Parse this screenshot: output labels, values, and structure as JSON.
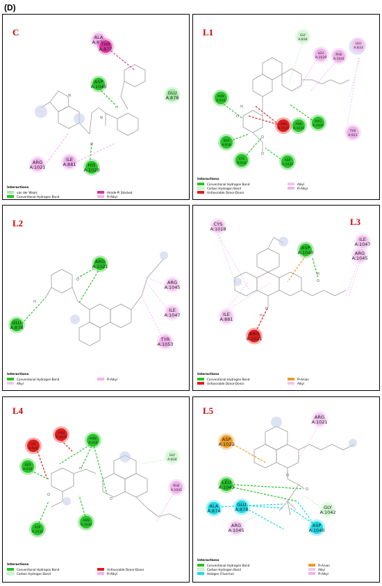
{
  "figure_label": "(D)",
  "colors": {
    "conventional_h_bond": "#25c425",
    "carbon_h_bond": "#d3f6d3",
    "van_der_waals": "#a6eba6",
    "pi_alkyl": "#f0b3ec",
    "alkyl": "#f2c4ef",
    "amide_pi_stacked": "#d8339e",
    "unfavorable": "#e21b1b",
    "pi_anion": "#ec9b23",
    "halogen": "#1fd9e6"
  },
  "legend_title": "Interactions",
  "panels": {
    "c": {
      "label": "C",
      "residues": [
        {
          "name": "ALA",
          "num": "A:874",
          "type": "pi_alkyl"
        },
        {
          "name": "THR",
          "num": "A:877",
          "type": "amide_pi_stacked"
        },
        {
          "name": "ASP",
          "num": "A:1040",
          "type": "conventional_h_bond"
        },
        {
          "name": "GLU",
          "num": "A:878",
          "type": "van_der_waals"
        },
        {
          "name": "ARG",
          "num": "A:1021",
          "type": "pi_alkyl"
        },
        {
          "name": "ILE",
          "num": "A:881",
          "type": "pi_alkyl"
        },
        {
          "name": "HIS",
          "num": "A:1020",
          "type": "conventional_h_bond"
        }
      ],
      "legend": [
        "van der Waals",
        "Conventional Hydrogen Bond",
        "Amide-Pi Stacked",
        "Pi-Alkyl"
      ]
    },
    "l1": {
      "label": "L1",
      "residues": [
        {
          "name": "GLY",
          "num": "A:834",
          "type": "carbon_h_bond"
        },
        {
          "name": "LEU",
          "num": "A:1029",
          "type": "pi_alkyl"
        },
        {
          "name": "PHE",
          "num": "A:1041",
          "type": "pi_alkyl"
        },
        {
          "name": "LEU",
          "num": "A:833",
          "type": "alkyl"
        },
        {
          "name": "ASN",
          "num": "A:916",
          "type": "conventional_h_bond"
        },
        {
          "name": "ASN",
          "num": "A:1035",
          "type": "unfavorable"
        },
        {
          "name": "ARG",
          "num": "A:1045",
          "type": "conventional_h_bond"
        },
        {
          "name": "ASN",
          "num": "A:1030",
          "type": "conventional_h_bond"
        },
        {
          "name": "TYR",
          "num": "A:911",
          "type": "pi_alkyl"
        },
        {
          "name": "SER",
          "num": "A:918",
          "type": "conventional_h_bond"
        },
        {
          "name": "LYS",
          "num": "A:920",
          "type": "conventional_h_bond"
        },
        {
          "name": "ASP",
          "num": "A:1032",
          "type": "conventional_h_bond"
        }
      ],
      "legend": [
        "Conventional Hydrogen Bond",
        "Carbon Hydrogen Bond",
        "Unfavorable Donor-Donor",
        "Alkyl",
        "Pi-Alkyl"
      ]
    },
    "l2": {
      "label": "L2",
      "residues": [
        {
          "name": "ARG",
          "num": "A:1021",
          "type": "conventional_h_bond"
        },
        {
          "name": "ARG",
          "num": "A:1045",
          "type": "alkyl"
        },
        {
          "name": "ILE",
          "num": "A:1047",
          "type": "alkyl"
        },
        {
          "name": "TYR",
          "num": "A:1053",
          "type": "pi_alkyl"
        },
        {
          "name": "GLU",
          "num": "A:878",
          "type": "conventional_h_bond"
        }
      ],
      "legend": [
        "Conventional Hydrogen Bond",
        "Alkyl",
        "Pi-Alkyl"
      ]
    },
    "l3": {
      "label": "L3",
      "residues": [
        {
          "name": "CYS",
          "num": "A:1018",
          "type": "alkyl"
        },
        {
          "name": "ASP",
          "num": "A:1040",
          "type": "conventional_h_bond"
        },
        {
          "name": "ILE",
          "num": "A:1047",
          "type": "alkyl"
        },
        {
          "name": "ARG",
          "num": "A:1045",
          "type": "alkyl"
        },
        {
          "name": "ILE",
          "num": "A:881",
          "type": "alkyl"
        },
        {
          "name": "ARG",
          "num": "A:1021",
          "type": "unfavorable"
        }
      ],
      "legend": [
        "Conventional Hydrogen Bond",
        "Unfavorable Donor-Donor",
        "Pi-Anion",
        "Alkyl"
      ]
    },
    "l4": {
      "label": "L4",
      "residues": [
        {
          "name": "ASN",
          "num": "A:1035",
          "type": "unfavorable"
        },
        {
          "name": "LYS",
          "num": "A:920",
          "type": "unfavorable"
        },
        {
          "name": "ASN",
          "num": "A:916",
          "type": "conventional_h_bond"
        },
        {
          "name": "SER",
          "num": "A:918",
          "type": "conventional_h_bond"
        },
        {
          "name": "GLY",
          "num": "A:834",
          "type": "carbon_h_bond"
        },
        {
          "name": "PHE",
          "num": "A:1041",
          "type": "pi_alkyl"
        },
        {
          "name": "ASP",
          "num": "A:1032",
          "type": "conventional_h_bond"
        },
        {
          "name": "ASN",
          "num": "A:1030",
          "type": "conventional_h_bond"
        }
      ],
      "legend": [
        "Conventional Hydrogen Bond",
        "Carbon Hydrogen Bond",
        "Unfavorable Donor-Donor",
        "Pi-Alkyl"
      ]
    },
    "l5": {
      "label": "L5",
      "residues": [
        {
          "name": "ARG",
          "num": "A:1021",
          "type": "alkyl"
        },
        {
          "name": "ASP",
          "num": "A:1022",
          "type": "pi_anion"
        },
        {
          "name": "LEU",
          "num": "A:1043",
          "type": "conventional_h_bond"
        },
        {
          "name": "GLU",
          "num": "A:878",
          "type": "halogen"
        },
        {
          "name": "ALA",
          "num": "A:874",
          "type": "halogen"
        },
        {
          "name": "GLY",
          "num": "A:1042",
          "type": "carbon_h_bond"
        },
        {
          "name": "ARG",
          "num": "A:1045",
          "type": "alkyl"
        },
        {
          "name": "ASP",
          "num": "A:1040",
          "type": "halogen"
        }
      ],
      "legend": [
        "Conventional Hydrogen Bond",
        "Carbon Hydrogen Bond",
        "Halogen (Fluorine)",
        "Pi-Anion",
        "Alkyl",
        "Pi-Alkyl"
      ]
    }
  }
}
